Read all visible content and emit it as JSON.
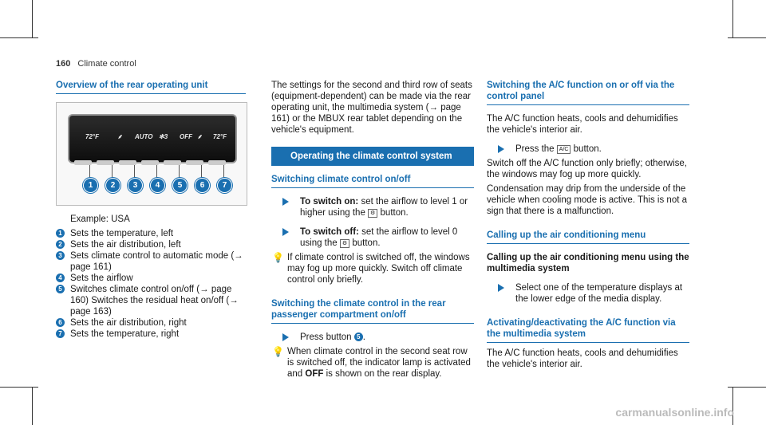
{
  "header": {
    "page_number": "160",
    "chapter": "Climate control"
  },
  "left": {
    "heading": "Overview of the rear operating unit",
    "panel_labels": {
      "temp_left": "72°F",
      "auto": "AUTO",
      "off": "OFF",
      "temp_right": "72°F"
    },
    "callout_numbers": [
      "1",
      "2",
      "3",
      "4",
      "5",
      "6",
      "7"
    ],
    "example": "Example: USA",
    "items": [
      {
        "n": "1",
        "text": "Sets the temperature, left"
      },
      {
        "n": "2",
        "text": "Sets the air distribution, left"
      },
      {
        "n": "3",
        "text": "Sets climate control to automatic mode (→ page 161)"
      },
      {
        "n": "4",
        "text": "Sets the airflow"
      },
      {
        "n": "5",
        "text": "Switches climate control on/off (→ page 160) Switches the residual heat on/off (→ page 163)"
      },
      {
        "n": "6",
        "text": "Sets the air distribution, right"
      },
      {
        "n": "7",
        "text": "Sets the temperature, right"
      }
    ]
  },
  "middle": {
    "intro": "The settings for the second and third row of seats (equipment-dependent) can be made via the rear operating unit, the multimedia system (→ page 161) or the MBUX rear tablet depending on the vehicle's equipment.",
    "band": "Operating the climate control system",
    "sub1": "Switching climate control on/off",
    "on_label": "To switch on:",
    "on_text": "set the airflow to level 1 or higher using the",
    "on_btn": "button.",
    "off_label": "To switch off:",
    "off_text": "set the airflow to level 0 using the",
    "off_btn": "button.",
    "note1": "If climate control is switched off, the windows may fog up more quickly. Switch off climate control only briefly.",
    "sub2": "Switching the climate control in the rear passenger compartment on/off",
    "press": "Press button",
    "press_num": "5",
    "note2_a": "When climate control in the second seat row is switched off, the indicator lamp is activated and",
    "note2_b": "OFF",
    "note2_c": "is shown on the rear display."
  },
  "right": {
    "heading1": "Switching the A/C function on or off via the control panel",
    "p1": "The A/C function heats, cools and dehumidifies the vehicle's interior air.",
    "press": "Press the",
    "press_btn_icon": "A/C",
    "press_end": "button.",
    "p2": "Switch off the A/C function only briefly; otherwise, the windows may fog up more quickly.",
    "p3": "Condensation may drip from the underside of the vehicle when cooling mode is active. This is not a sign that there is a malfunction.",
    "heading2": "Calling up the air conditioning menu",
    "sub": "Calling up the air conditioning menu using the multimedia system",
    "step": "Select one of the temperature displays at the lower edge of the media display.",
    "heading3": "Activating/deactivating the A/C function via the multimedia system",
    "p4": "The A/C function heats, cools and dehumidifies the vehicle's interior air."
  },
  "watermark": "carmanualsonline.info",
  "colors": {
    "accent": "#1a6fb0"
  }
}
